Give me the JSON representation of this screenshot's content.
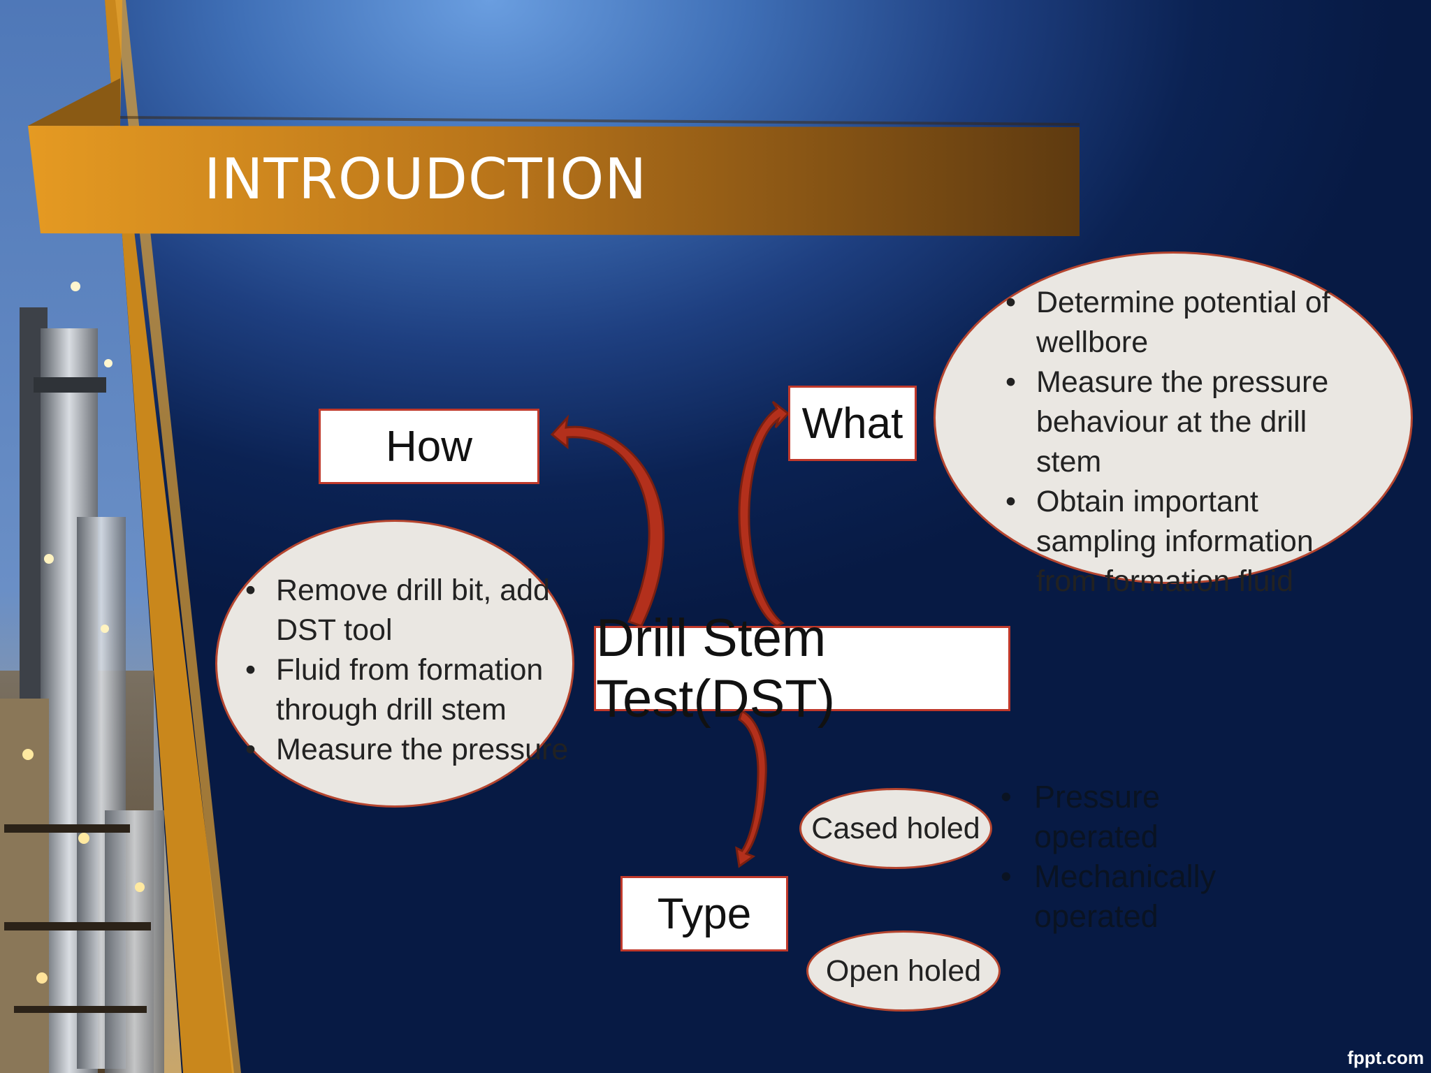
{
  "slide": {
    "title": "INTROUDCTION",
    "watermark": "fppt.com"
  },
  "diagram": {
    "center": "Drill Stem Test(DST)",
    "how": {
      "label": "How",
      "bullets": [
        "Remove drill bit, add DST tool",
        "Fluid from formation through drill stem",
        "Measure the pressure"
      ]
    },
    "what": {
      "label": "What",
      "bullets": [
        "Determine potential of wellbore",
        "Measure the pressure behaviour at the drill stem",
        "Obtain important sampling information  from formation fluid"
      ]
    },
    "type": {
      "label": "Type",
      "options": [
        "Cased holed",
        "Open holed"
      ],
      "cased_holed_details": [
        "Pressure operated",
        "Mechanically operated"
      ]
    }
  },
  "colors": {
    "accent_gold": "#c9871c",
    "arrow_red": "#b3301c",
    "box_border": "#c0392b",
    "oval_fill": "#eae7e2"
  }
}
